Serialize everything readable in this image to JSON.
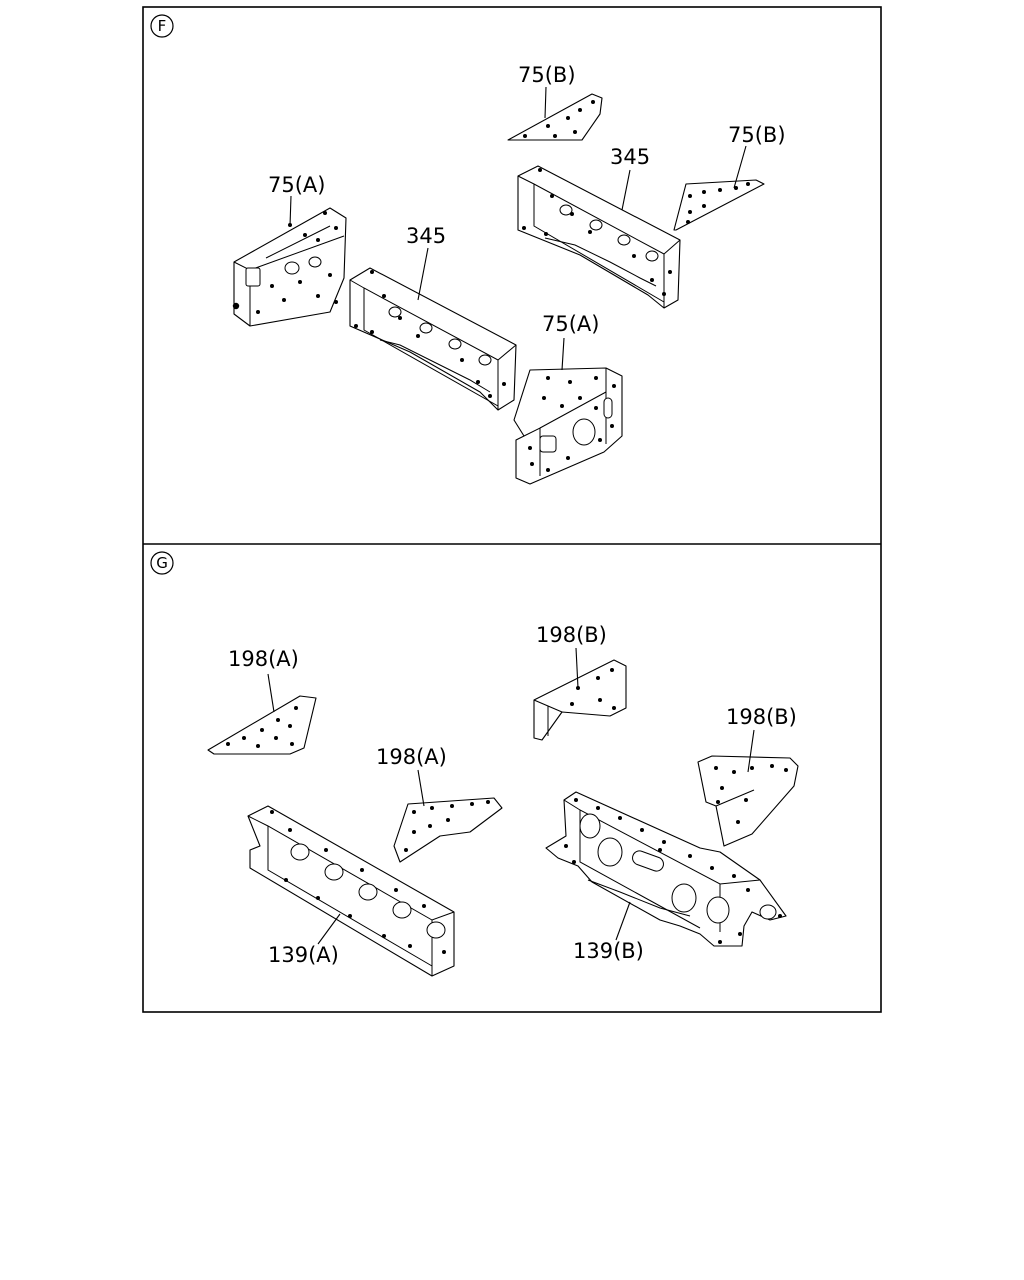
{
  "sections": [
    {
      "id": "F",
      "labels": {
        "p75a_left": "75(A)",
        "p345_left": "345",
        "p75b_top": "75(B)",
        "p345_right": "345",
        "p75b_right": "75(B)",
        "p75a_right": "75(A)"
      }
    },
    {
      "id": "G",
      "labels": {
        "p198a_left": "198(A)",
        "p198a_mid": "198(A)",
        "p198b_top": "198(B)",
        "p198b_right": "198(B)",
        "p139a": "139(A)",
        "p139b": "139(B)"
      }
    }
  ]
}
